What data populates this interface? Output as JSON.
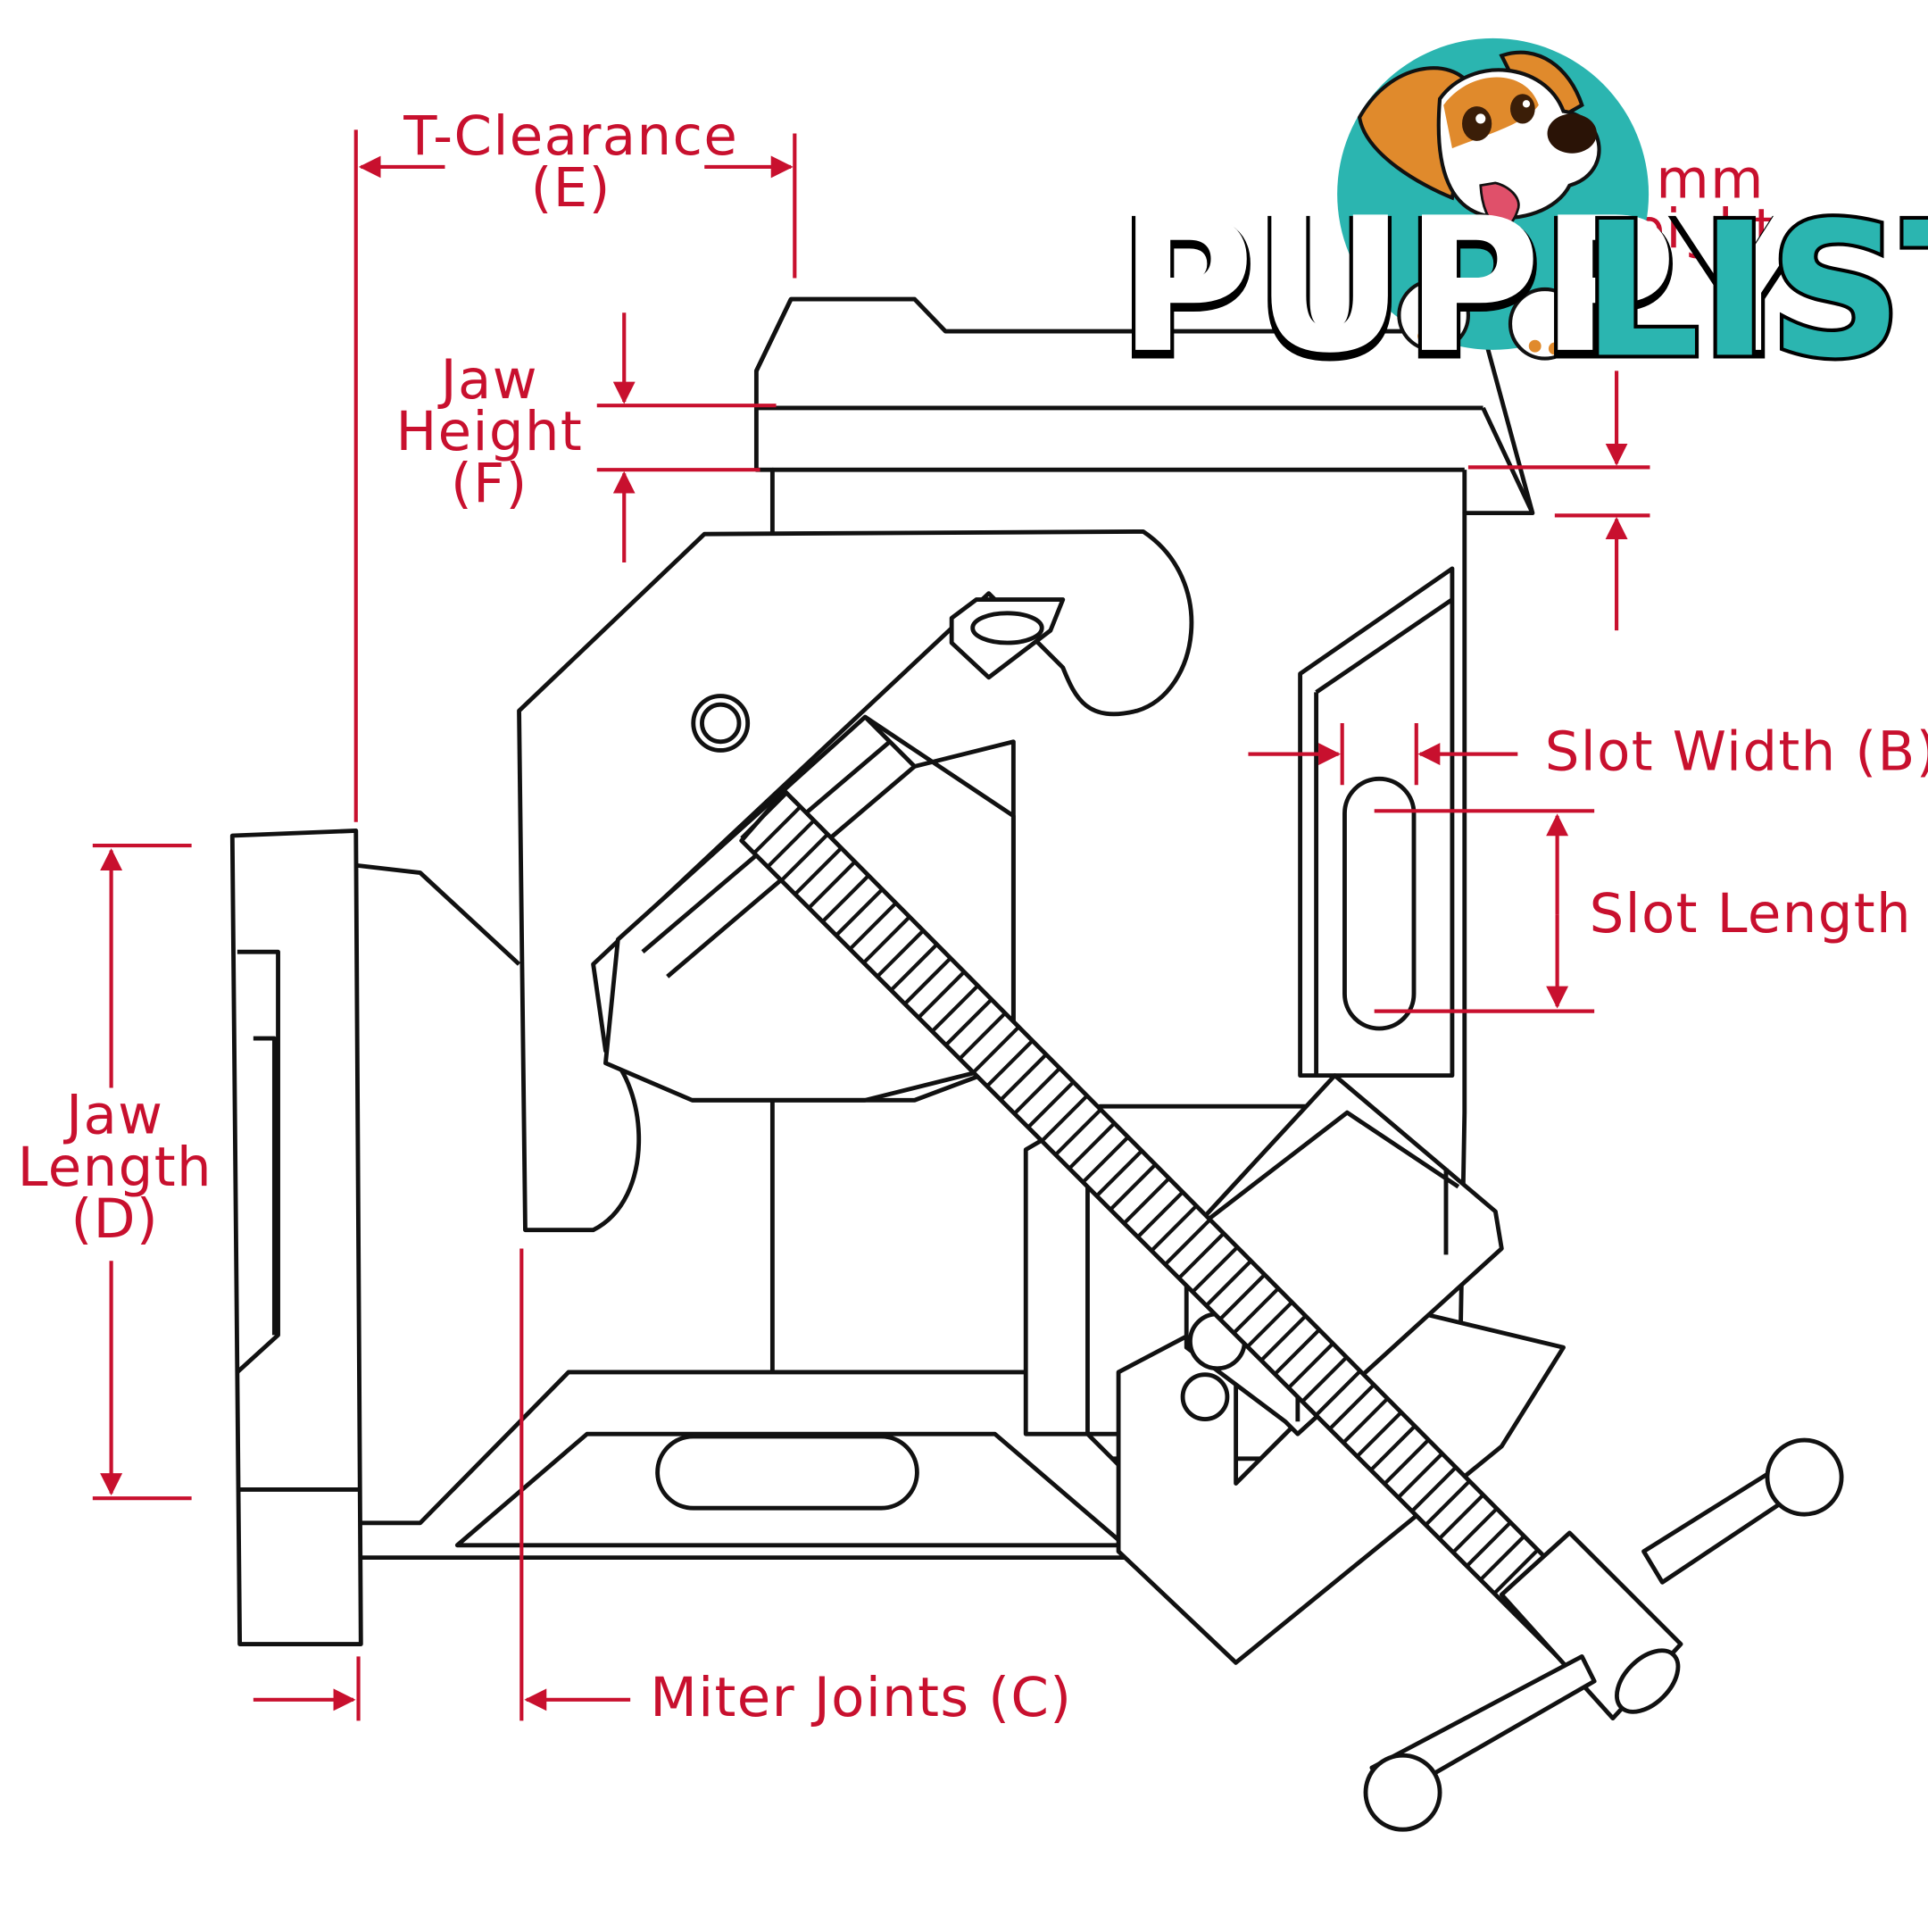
{
  "labels": {
    "t_clearance": "T-Clearance",
    "t_clearance_code": "(E)",
    "jaw_height_line1": "Jaw",
    "jaw_height_line2": "Height",
    "jaw_height_code": "(F)",
    "jaw_length_line1": "Jaw",
    "jaw_length_line2": "Length",
    "jaw_length_code": "(D)",
    "slot_width": "Slot Width (B)",
    "slot_length": "Slot Length (A)",
    "miter_joints": "Miter Joints (C)",
    "partial_mm": "mm",
    "partial_height": "eight"
  },
  "logo": {
    "word_part1": "PUPPY",
    "word_part2": "LIST",
    "color_dark": "#000000",
    "color_teal": "#2bb5b0"
  },
  "colors": {
    "dimension": "#c8102e",
    "ink": "#111111",
    "teal": "#2bb5b0",
    "dog_orange": "#e08a2c"
  }
}
